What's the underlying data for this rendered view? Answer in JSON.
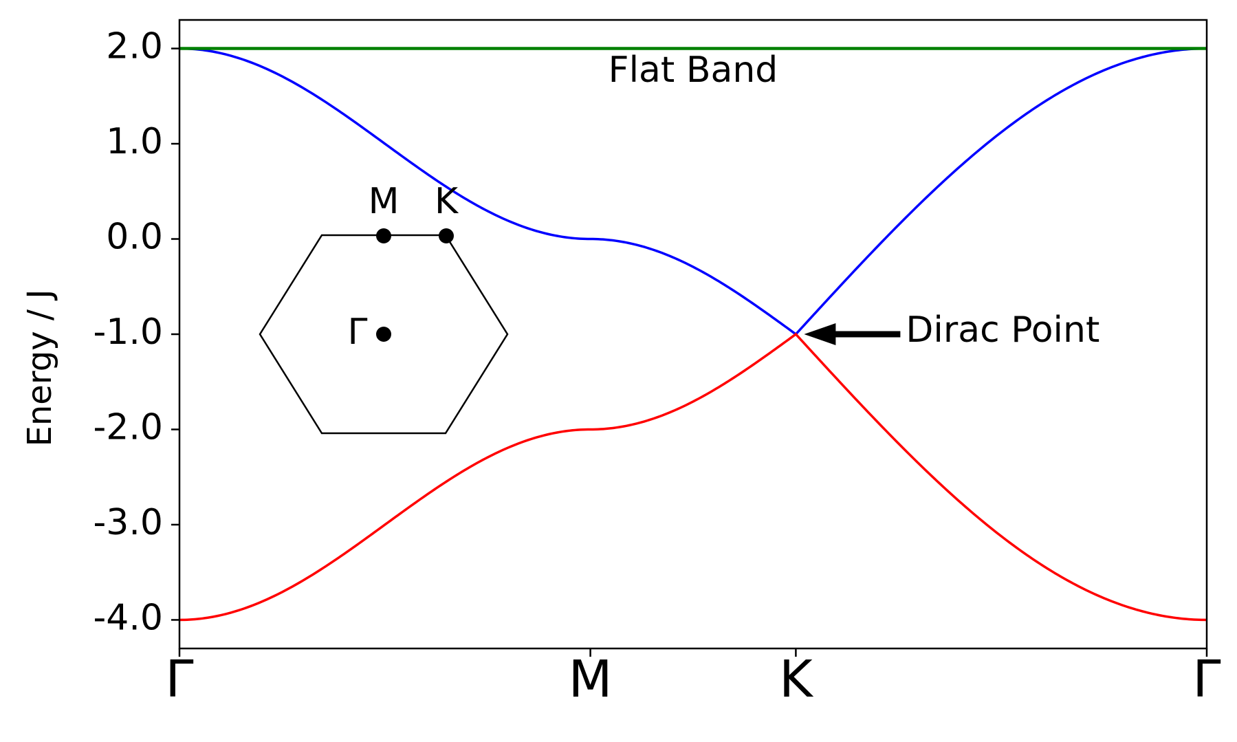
{
  "chart_data": {
    "type": "line",
    "ylabel": "Energy / J",
    "xlabel": "",
    "ylim": [
      -4.3,
      2.3
    ],
    "xlim": [
      0,
      1
    ],
    "grid": false,
    "legend": "none",
    "x_ticks": [
      {
        "x": 0.0,
        "label": "Γ"
      },
      {
        "x": 0.4,
        "label": "M"
      },
      {
        "x": 0.6,
        "label": "K"
      },
      {
        "x": 1.0,
        "label": "Γ"
      }
    ],
    "y_ticks": [
      {
        "y": 2.0,
        "label": "2.0"
      },
      {
        "y": 1.0,
        "label": "1.0"
      },
      {
        "y": 0.0,
        "label": "0.0"
      },
      {
        "y": -1.0,
        "label": "-1.0"
      },
      {
        "y": -2.0,
        "label": "-2.0"
      },
      {
        "y": -3.0,
        "label": "-3.0"
      },
      {
        "y": -4.0,
        "label": "-4.0"
      }
    ],
    "series": [
      {
        "color": "#0000ff",
        "x": [
          0,
          0.4,
          0.6,
          1.0
        ],
        "y": [
          2.0,
          0.0,
          -1.0,
          2.0
        ]
      },
      {
        "color": "#ff0000",
        "x": [
          0,
          0.4,
          0.6,
          1.0
        ],
        "y": [
          -4.0,
          -2.0,
          -1.0,
          -4.0
        ]
      },
      {
        "color": "#008000",
        "x": [
          0,
          1.0
        ],
        "y": [
          2.0,
          2.0
        ]
      }
    ],
    "annotations": [
      {
        "text": "Flat Band",
        "x": 0.5,
        "y": 1.65
      },
      {
        "text": "Dirac Point",
        "target_x": 0.6,
        "target_y": -1.0
      }
    ],
    "inset": {
      "shape": "hexagon (Brillouin zone)",
      "points": [
        {
          "label": "Γ"
        },
        {
          "label": "M"
        },
        {
          "label": "K"
        }
      ]
    }
  }
}
